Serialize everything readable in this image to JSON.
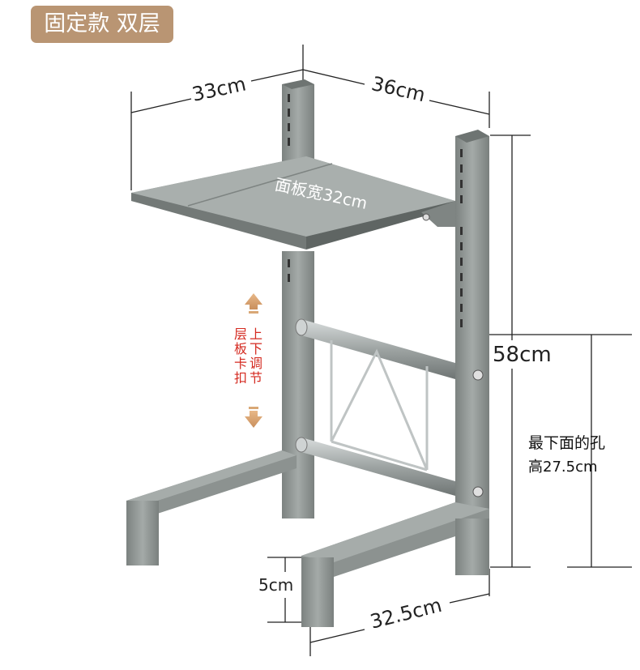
{
  "badge": "固定款 双层",
  "dimensions": {
    "width_left": "33cm",
    "depth_right": "36cm",
    "panel_width": "面板宽32cm",
    "height": "58cm",
    "foot_height": "5cm",
    "base_length": "32.5cm"
  },
  "adjust_note": {
    "col1": "层板卡扣",
    "col2": "上下调节"
  },
  "hole_note": {
    "line1": "最下面的孔",
    "line2": "高27.5cm"
  },
  "colors": {
    "badge": "#b99573",
    "metal": "#8f9593",
    "metal_dark": "#6e7472",
    "arrow": "#d9a876",
    "note_red": "#d42a20"
  }
}
